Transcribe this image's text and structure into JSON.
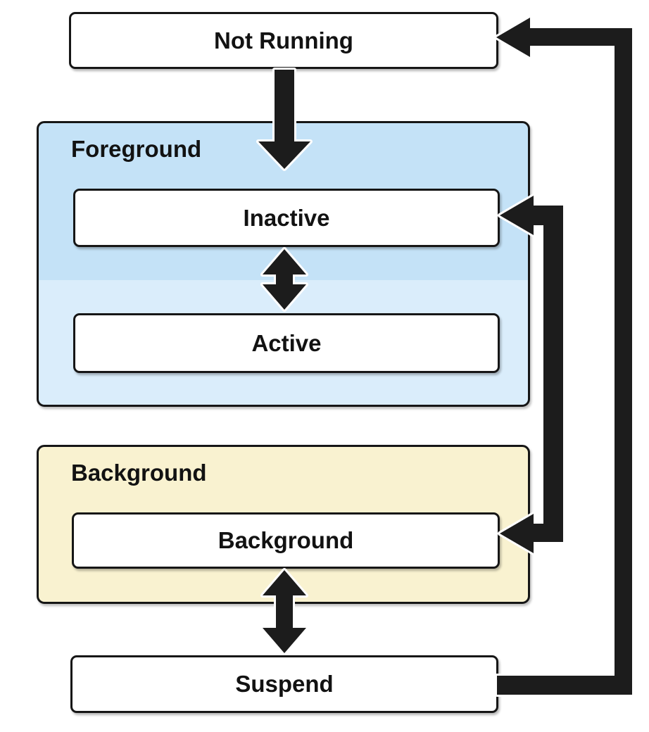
{
  "diagram": {
    "nodes": {
      "not_running": "Not Running",
      "inactive": "Inactive",
      "active": "Active",
      "background": "Background",
      "suspend": "Suspend"
    },
    "groups": {
      "foreground_label": "Foreground",
      "background_label": "Background"
    },
    "edges": [
      {
        "from": "Not Running",
        "to": "Inactive",
        "direction": "one-way"
      },
      {
        "from": "Inactive",
        "to": "Active",
        "direction": "two-way"
      },
      {
        "from": "Inactive",
        "to": "Background",
        "direction": "two-way"
      },
      {
        "from": "Background",
        "to": "Suspend",
        "direction": "two-way"
      },
      {
        "from": "Suspend",
        "to": "Not Running",
        "direction": "one-way"
      }
    ],
    "colors": {
      "foreground_top": "#c4e2f7",
      "foreground_bottom": "#daedfb",
      "background_fill": "#f9f2d0",
      "node_fill": "#ffffff",
      "border": "#161616",
      "text": "#121212",
      "arrow_fill": "#1c1c1c",
      "arrow_outline": "#ffffff",
      "canvas": "#ffffff"
    }
  }
}
